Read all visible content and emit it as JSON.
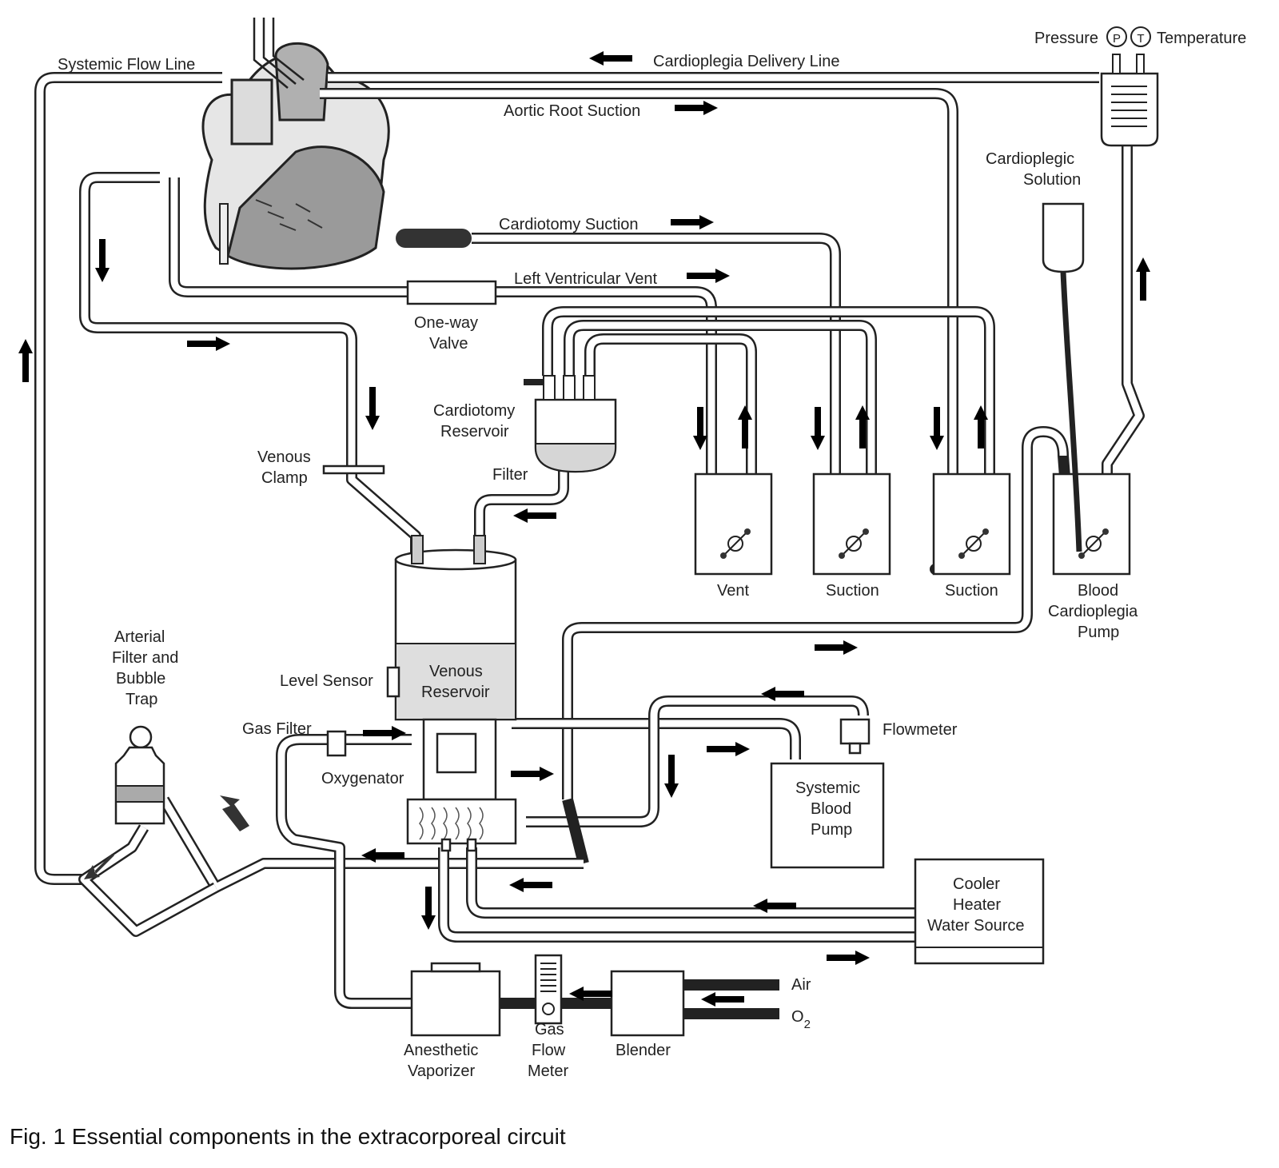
{
  "labels": {
    "systemic_flow_line": "Systemic Flow Line",
    "cardioplegia_delivery_line": "Cardioplegia Delivery Line",
    "aortic_root_suction": "Aortic Root Suction",
    "pressure": "Pressure",
    "temperature": "Temperature",
    "pressure_gauge": "P",
    "temperature_gauge": "T",
    "cardioplegic_solution_1": "Cardioplegic",
    "cardioplegic_solution_2": "Solution",
    "cardiotomy_suction": "Cardiotomy Suction",
    "left_ventricular_vent": "Left Ventricular Vent",
    "one_way_valve_1": "One-way",
    "one_way_valve_2": "Valve",
    "cardiotomy_reservoir_1": "Cardiotomy",
    "cardiotomy_reservoir_2": "Reservoir",
    "filter": "Filter",
    "venous_clamp_1": "Venous",
    "venous_clamp_2": "Clamp",
    "vent": "Vent",
    "suction_1": "Suction",
    "suction_2": "Suction",
    "blood_cardioplegia_pump_1": "Blood",
    "blood_cardioplegia_pump_2": "Cardioplegia",
    "blood_cardioplegia_pump_3": "Pump",
    "arterial_filter_1": "Arterial",
    "arterial_filter_2": "Filter and",
    "arterial_filter_3": "Bubble",
    "arterial_filter_4": "Trap",
    "level_sensor": "Level Sensor",
    "venous_reservoir_1": "Venous",
    "venous_reservoir_2": "Reservoir",
    "gas_filter": "Gas Filter",
    "oxygenator": "Oxygenator",
    "flowmeter": "Flowmeter",
    "systemic_blood_pump_1": "Systemic",
    "systemic_blood_pump_2": "Blood",
    "systemic_blood_pump_3": "Pump",
    "cooler_heater_1": "Cooler",
    "cooler_heater_2": "Heater",
    "cooler_heater_3": "Water Source",
    "air": "Air",
    "o2": "O",
    "o2_sub": "2",
    "anesthetic_vaporizer_1": "Anesthetic",
    "anesthetic_vaporizer_2": "Vaporizer",
    "gas_flow_meter_1": "Gas",
    "gas_flow_meter_2": "Flow",
    "gas_flow_meter_3": "Meter",
    "blender": "Blender"
  },
  "caption": "Fig. 1 Essential components in the extracorporeal circuit"
}
